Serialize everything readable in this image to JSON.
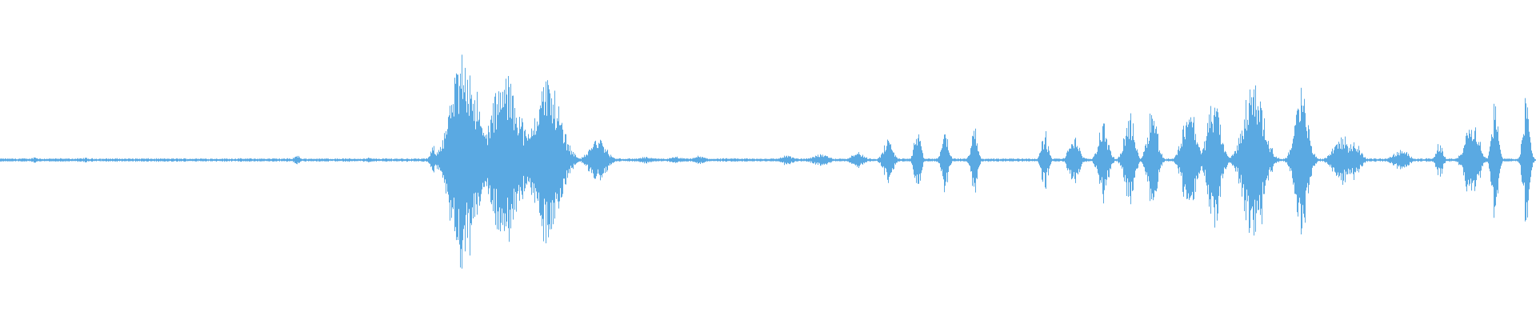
{
  "waveform": {
    "color": "#5aa9e2",
    "background": "#ffffff",
    "baseline_amplitude": 0.01,
    "bursts": [
      {
        "t": 0.0225,
        "a": 0.02,
        "w": 0.002
      },
      {
        "t": 0.055,
        "a": 0.015,
        "w": 0.002
      },
      {
        "t": 0.193,
        "a": 0.03,
        "w": 0.002
      },
      {
        "t": 0.24,
        "a": 0.015,
        "w": 0.002
      },
      {
        "t": 0.282,
        "a": 0.08,
        "w": 0.002
      },
      {
        "t": 0.302,
        "a": 0.68,
        "w": 0.008
      },
      {
        "t": 0.329,
        "a": 0.52,
        "w": 0.009
      },
      {
        "t": 0.356,
        "a": 0.52,
        "w": 0.008
      },
      {
        "t": 0.389,
        "a": 0.14,
        "w": 0.005
      },
      {
        "t": 0.42,
        "a": 0.02,
        "w": 0.004
      },
      {
        "t": 0.44,
        "a": 0.02,
        "w": 0.004
      },
      {
        "t": 0.455,
        "a": 0.025,
        "w": 0.004
      },
      {
        "t": 0.512,
        "a": 0.03,
        "w": 0.004
      },
      {
        "t": 0.534,
        "a": 0.04,
        "w": 0.005
      },
      {
        "t": 0.558,
        "a": 0.05,
        "w": 0.004
      },
      {
        "t": 0.578,
        "a": 0.13,
        "w": 0.003
      },
      {
        "t": 0.597,
        "a": 0.19,
        "w": 0.002
      },
      {
        "t": 0.615,
        "a": 0.2,
        "w": 0.002
      },
      {
        "t": 0.634,
        "a": 0.2,
        "w": 0.002
      },
      {
        "t": 0.68,
        "a": 0.18,
        "w": 0.002
      },
      {
        "t": 0.699,
        "a": 0.16,
        "w": 0.003
      },
      {
        "t": 0.718,
        "a": 0.24,
        "w": 0.003
      },
      {
        "t": 0.735,
        "a": 0.29,
        "w": 0.003
      },
      {
        "t": 0.75,
        "a": 0.34,
        "w": 0.003
      },
      {
        "t": 0.774,
        "a": 0.36,
        "w": 0.004
      },
      {
        "t": 0.79,
        "a": 0.4,
        "w": 0.004
      },
      {
        "t": 0.816,
        "a": 0.52,
        "w": 0.006
      },
      {
        "t": 0.847,
        "a": 0.44,
        "w": 0.004
      },
      {
        "t": 0.873,
        "a": 0.15,
        "w": 0.005
      },
      {
        "t": 0.881,
        "a": 0.12,
        "w": 0.004
      },
      {
        "t": 0.912,
        "a": 0.06,
        "w": 0.005
      },
      {
        "t": 0.937,
        "a": 0.11,
        "w": 0.002
      },
      {
        "t": 0.958,
        "a": 0.28,
        "w": 0.004
      },
      {
        "t": 0.973,
        "a": 0.36,
        "w": 0.002
      },
      {
        "t": 0.9935,
        "a": 0.4,
        "w": 0.002
      }
    ]
  }
}
